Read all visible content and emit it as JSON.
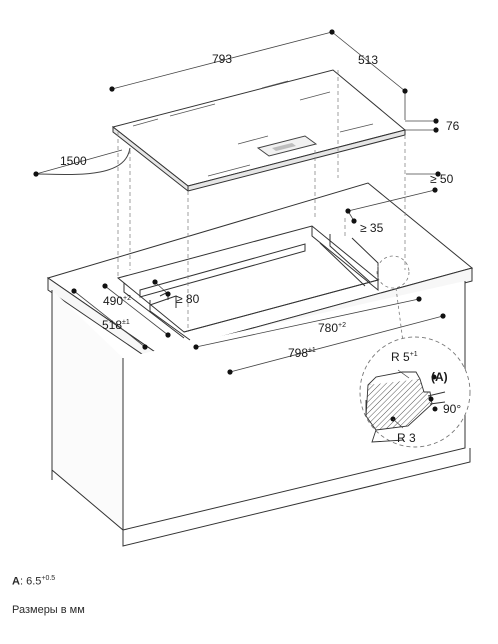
{
  "dimensions": {
    "width_793": "793",
    "depth_513": "513",
    "height_76": "76",
    "cable_1500": "1500",
    "min_50": "≥ 50",
    "min_35": "≥ 35",
    "cutout_490": {
      "value": "490",
      "tol": "+2"
    },
    "cutout_518": {
      "value": "518",
      "tol": "±1"
    },
    "min_80": "≥ 80",
    "cutout_780": {
      "value": "780",
      "tol": "+2"
    },
    "cutout_798": {
      "value": "798",
      "tol": "±1"
    }
  },
  "detail": {
    "radius_top": {
      "value": "R 5",
      "tol": "+1"
    },
    "marker_a": "(A)",
    "angle": "90°",
    "radius_bottom": "R 3"
  },
  "footnote": {
    "key": "A",
    "sep": ":",
    "value": " 6.5",
    "tol": "+0.5"
  },
  "units_note": "Размеры в мм"
}
